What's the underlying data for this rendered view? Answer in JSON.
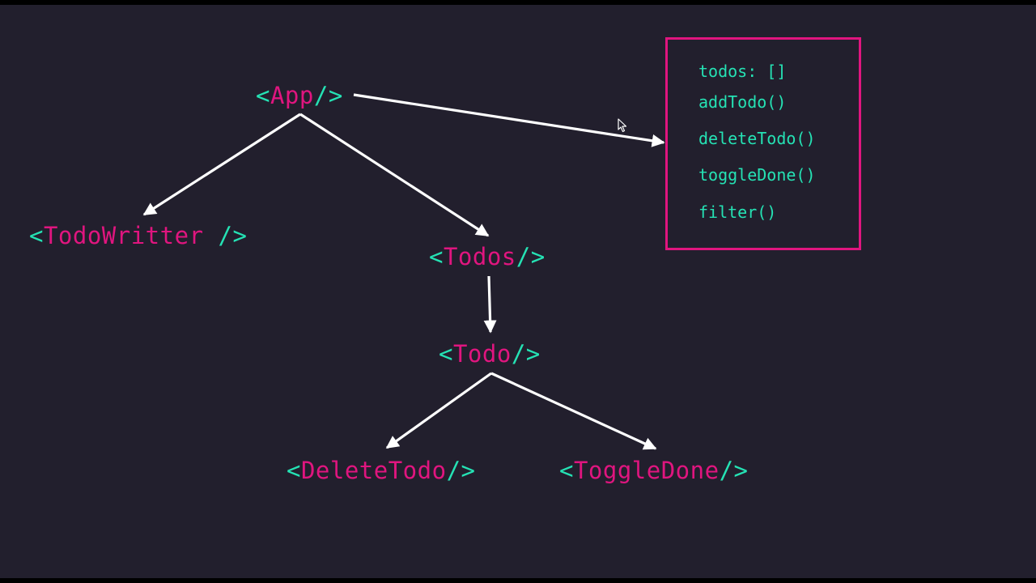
{
  "colors": {
    "background": "#221f2d",
    "bracket": "#25e2b4",
    "component_name": "#e0157f",
    "state_text": "#25e2b4",
    "state_border": "#e0157f",
    "arrow": "#ffffff"
  },
  "nodes": {
    "app": {
      "open": "<",
      "name": "App",
      "close": "/>"
    },
    "todo_writter": {
      "open": "<",
      "name": "TodoWritter",
      "close": " />"
    },
    "todos": {
      "open": "<",
      "name": "Todos",
      "close": "/>"
    },
    "todo": {
      "open": "<",
      "name": "Todo",
      "close": "/>"
    },
    "delete_todo": {
      "open": "<",
      "name": "DeleteTodo",
      "close": "/>"
    },
    "toggle_done": {
      "open": "<",
      "name": "ToggleDone",
      "close": "/>"
    }
  },
  "state_box": {
    "items": [
      "todos: []",
      "addTodo()",
      "deleteTodo()",
      "toggleDone()",
      "filter()"
    ]
  },
  "icons": {
    "cursor": "mouse-pointer-icon"
  }
}
